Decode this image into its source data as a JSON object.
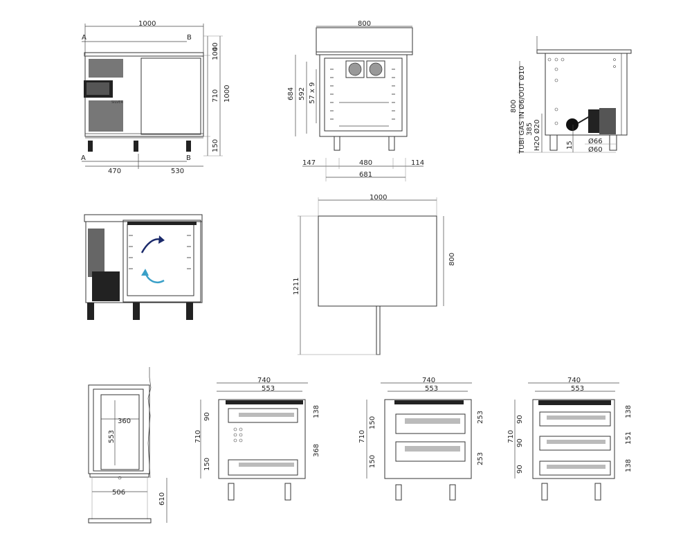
{
  "views": {
    "front": {
      "width": "1000",
      "left_part": "470",
      "right_part": "530",
      "height_total": "1000",
      "body_height": "710",
      "top_height": "40",
      "top_allowance": "100",
      "leg_height": "150",
      "section_a": "A",
      "section_b": "B",
      "brand": "SILVER"
    },
    "side_section": {
      "width": "800",
      "h684": "684",
      "h592": "592",
      "h57x9": "57 x 9",
      "d147": "147",
      "d480": "480",
      "d114": "114",
      "d681": "681"
    },
    "connections": {
      "h800": "800",
      "tubi": "TUBI GAS IN Ø6/OUT Ø10",
      "h385": "385",
      "h2o": "H2O Ø20",
      "d15": "15",
      "d66": "Ø66",
      "d60": "Ø60"
    },
    "top_view": {
      "width": "1000",
      "depth": "800",
      "door_open": "1211"
    },
    "drawer_section": {
      "d360": "360",
      "d553": "553",
      "d506": "506",
      "d610": "610"
    },
    "config1": {
      "w740": "740",
      "w553": "553",
      "h710": "710",
      "h90": "90",
      "h150": "150",
      "h138": "138",
      "h368": "368"
    },
    "config2": {
      "w740": "740",
      "w553": "553",
      "h710": "710",
      "h150a": "150",
      "h150b": "150",
      "h253a": "253",
      "h253b": "253"
    },
    "config3": {
      "w740": "740",
      "w553": "553",
      "h710": "710",
      "h90a": "90",
      "h90b": "90",
      "h90c": "90",
      "h138a": "138",
      "h151": "151",
      "h138b": "138"
    }
  }
}
